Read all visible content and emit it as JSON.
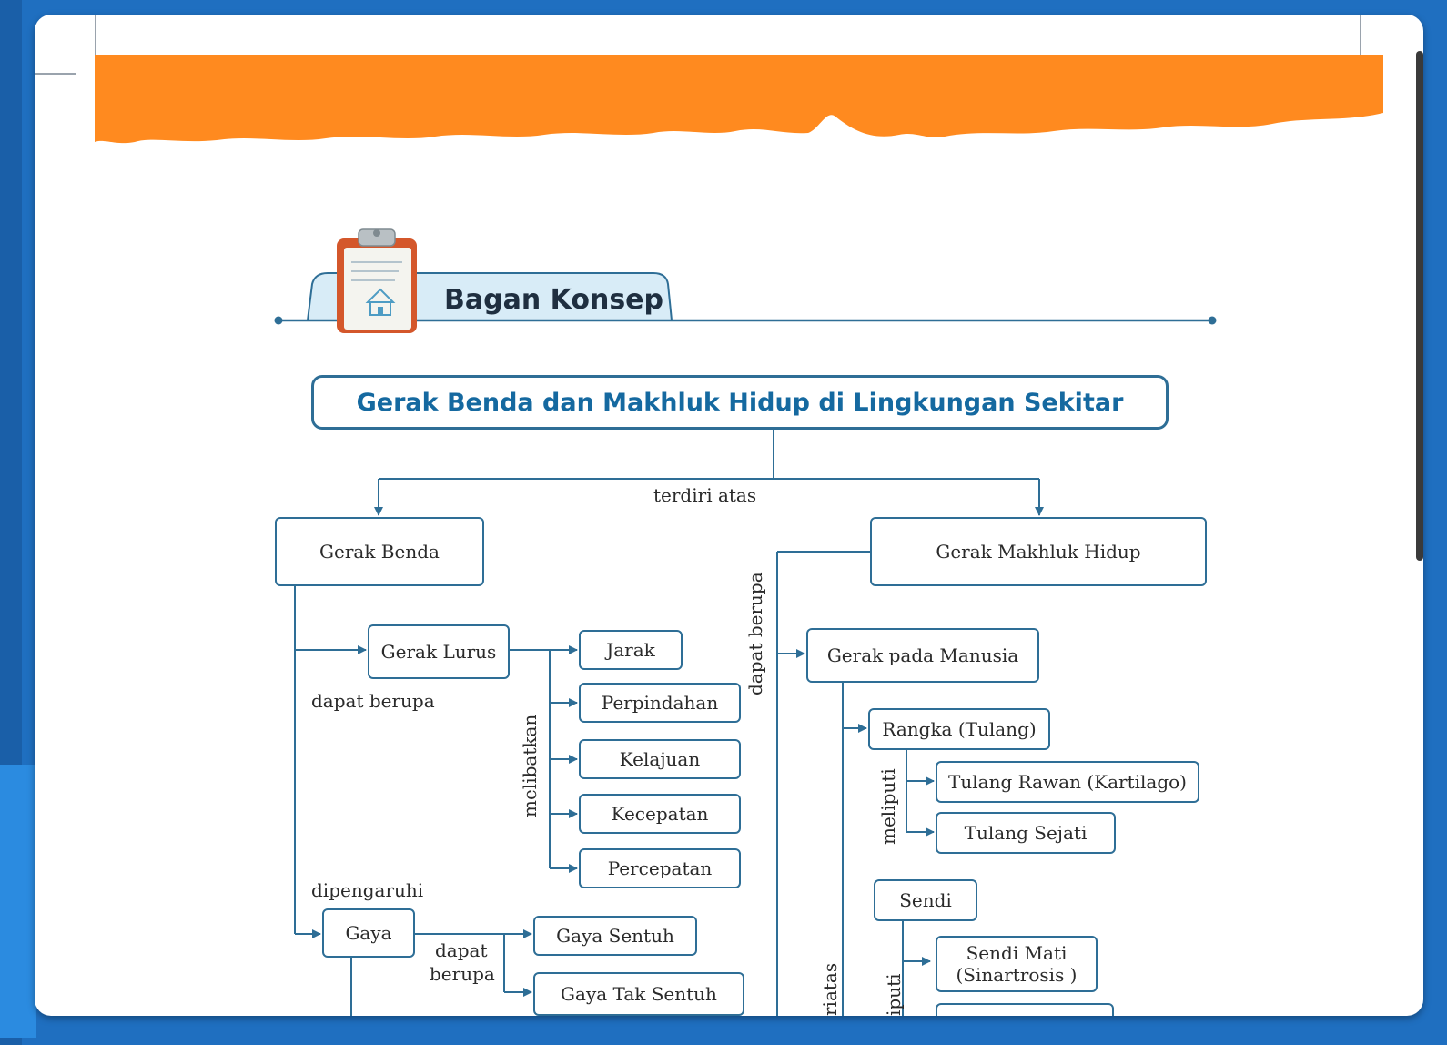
{
  "section_title": "Bagan Konsep",
  "main_title": "Gerak Benda dan Makhluk Hidup di Lingkungan Sekitar",
  "labels": {
    "terdiri_atas": "terdiri atas",
    "dapat_berupa_left": "dapat berupa",
    "melibatkan": "melibatkan",
    "dipengaruhi": "dipengaruhi",
    "dapat": "dapat",
    "berupa": "berupa",
    "dapat_berupa_right": "dapat berupa",
    "meliputi_1": "meliputi",
    "riatas": "riatas",
    "iputi": "iputi"
  },
  "nodes": {
    "gerak_benda": "Gerak Benda",
    "gerak_makhluk_hidup": "Gerak Makhluk Hidup",
    "gerak_lurus": "Gerak Lurus",
    "jarak": "Jarak",
    "perpindahan": "Perpindahan",
    "kelajuan": "Kelajuan",
    "kecepatan": "Kecepatan",
    "percepatan": "Percepatan",
    "gaya": "Gaya",
    "gaya_sentuh": "Gaya Sentuh",
    "gaya_tak_sentuh": "Gaya Tak Sentuh",
    "gerak_pada_manusia": "Gerak pada Manusia",
    "rangka": "Rangka (Tulang)",
    "tulang_rawan": "Tulang Rawan (Kartilago)",
    "tulang_sejati": "Tulang Sejati",
    "sendi": "Sendi",
    "sendi_mati_1": "Sendi Mati",
    "sendi_mati_2": "(Sinartrosis )"
  },
  "colors": {
    "accent_orange": "#ff8a1f",
    "line_blue": "#2e6e96",
    "title_blue": "#1569a0",
    "tab_blue": "#d8ecf7"
  },
  "icons": [
    "clipboard-house-icon"
  ]
}
